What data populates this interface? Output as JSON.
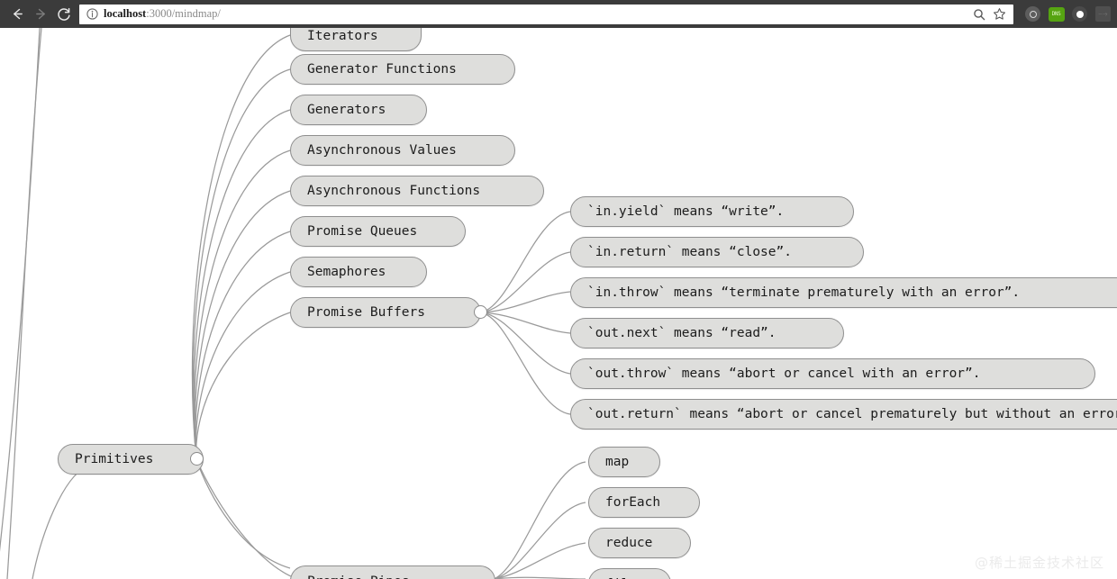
{
  "browser": {
    "back_icon": "back-arrow-icon",
    "forward_icon": "forward-arrow-icon",
    "reload_icon": "reload-icon",
    "info_icon": "page-info-icon",
    "url_host": "localhost",
    "url_path": ":3000/mindmap/",
    "url_full": "localhost:3000/mindmap/",
    "search_icon": "search-icon",
    "bookmark_icon": "star-icon",
    "extensions": [
      {
        "name": "extension-icon-circle",
        "label": ""
      },
      {
        "name": "extension-icon-green-badge",
        "label": "DNS"
      },
      {
        "name": "extension-icon-dark-circle",
        "label": ""
      },
      {
        "name": "extension-icon-pdf",
        "label": "⨍"
      }
    ]
  },
  "mindmap": {
    "parents": [
      {
        "id": "primitives",
        "label": "Primitives",
        "handle": true
      },
      {
        "id": "promise-buffers",
        "label": "Promise Buffers",
        "handle": true
      }
    ],
    "left_column": [
      {
        "id": "n0",
        "label": "Iterators",
        "clipped": "top"
      },
      {
        "id": "n1",
        "label": "Generator Functions"
      },
      {
        "id": "n2",
        "label": "Generators"
      },
      {
        "id": "n3",
        "label": "Asynchronous Values"
      },
      {
        "id": "n4",
        "label": "Asynchronous Functions"
      },
      {
        "id": "n5",
        "label": "Promise Queues"
      },
      {
        "id": "n6",
        "label": "Semaphores"
      },
      {
        "id": "n7",
        "label": "Promise Buffers"
      },
      {
        "id": "n8",
        "label": "Promise Pipes",
        "clipped": "bottom"
      }
    ],
    "right_column": [
      {
        "id": "r0",
        "label": "`in.yield` means “write”."
      },
      {
        "id": "r1",
        "label": "`in.return` means “close”."
      },
      {
        "id": "r2",
        "label": "`in.throw` means “terminate prematurely with an error”.",
        "clipped": "right"
      },
      {
        "id": "r3",
        "label": "`out.next` means “read”."
      },
      {
        "id": "r4",
        "label": "`out.throw` means “abort or cancel with an error”."
      },
      {
        "id": "r5",
        "label": "`out.return` means “abort or cancel prematurely but without an error”.",
        "clipped": "right"
      }
    ],
    "lower_right_column": [
      {
        "id": "m0",
        "label": "map"
      },
      {
        "id": "m1",
        "label": "forEach"
      },
      {
        "id": "m2",
        "label": "reduce"
      },
      {
        "id": "m3",
        "label": "filter",
        "clipped": "bottom"
      }
    ]
  },
  "watermark": {
    "text": "@稀土掘金技术社区"
  },
  "colors": {
    "chrome_bg": "#3b3b3b",
    "canvas_bg": "#ffffff",
    "node_fill": "#dededc",
    "node_border": "#8f8f8f",
    "edge_stroke": "#9a9a9a",
    "accent_green": "#56a411"
  }
}
